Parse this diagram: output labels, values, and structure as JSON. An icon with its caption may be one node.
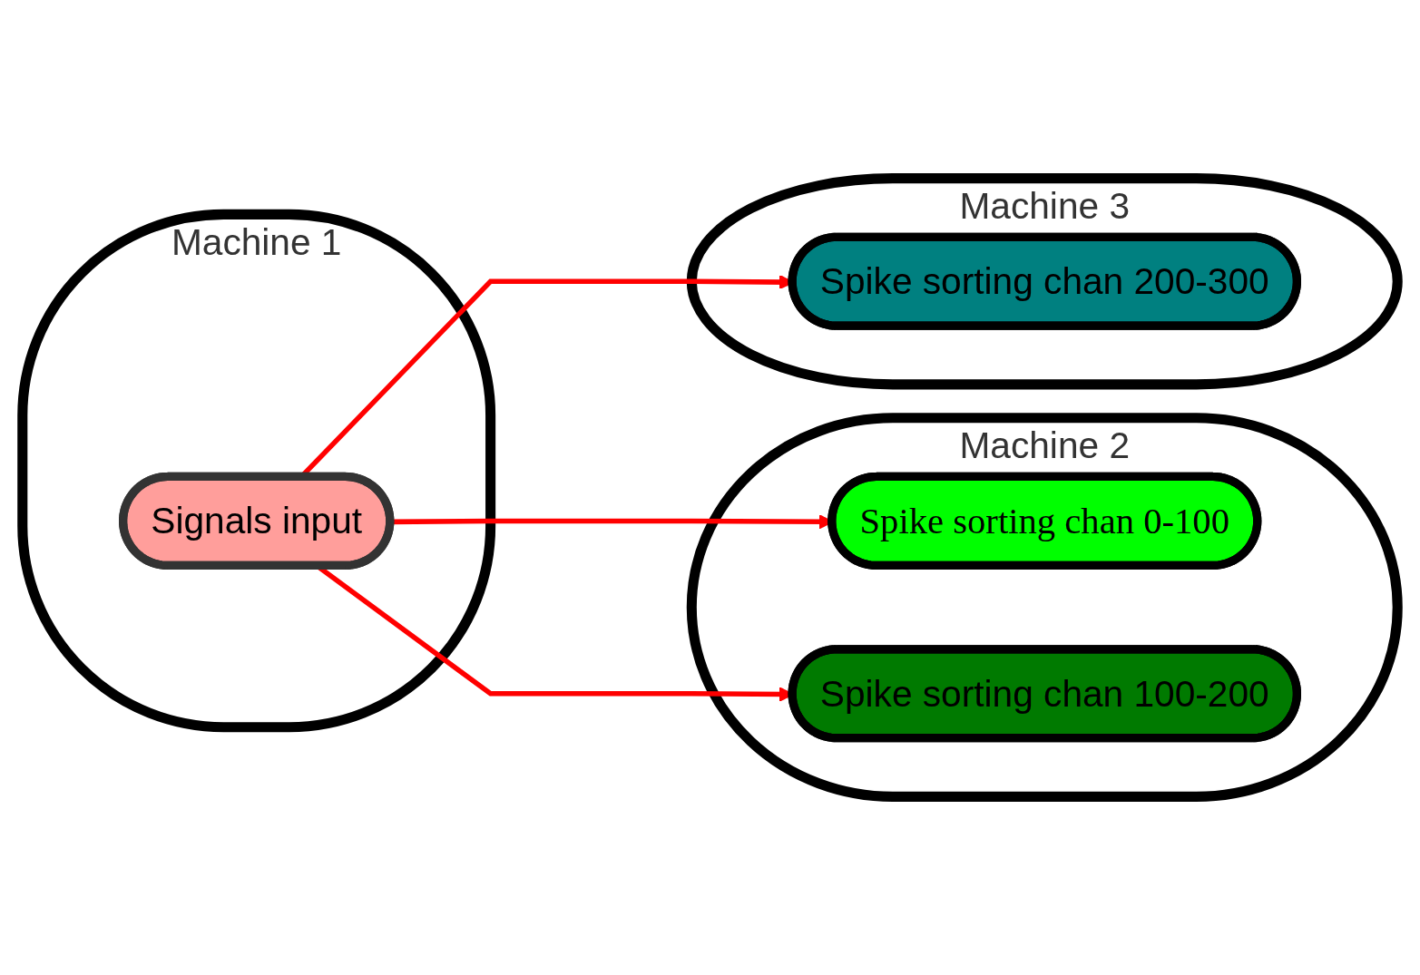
{
  "diagram": {
    "nodes": [
      {
        "text": [
          "Machine 1"
        ]
      },
      {
        "text": [
          "Signals input"
        ],
        "in": 0
      },
      {
        "text": [
          "Machine 2"
        ]
      },
      {
        "text": [
          "Spike sorting chan 0-100"
        ],
        "in": 2
      },
      {
        "text": [
          "Spike sorting chan 100-200"
        ],
        "in": 2
      },
      {
        "text": [
          "Machine 3"
        ]
      },
      {
        "text": [
          "Spike sorting chan 200-300"
        ],
        "in": 5
      }
    ],
    "edges": [
      {
        "from": 1,
        "to": 3,
        "arrow": "to",
        "color": "#ff0000"
      },
      {
        "from": 1,
        "to": 4,
        "arrow": "to",
        "color": "#ff0000"
      },
      {
        "from": 1,
        "to": 6,
        "arrow": "to",
        "color": "#ff0000"
      }
    ]
  }
}
